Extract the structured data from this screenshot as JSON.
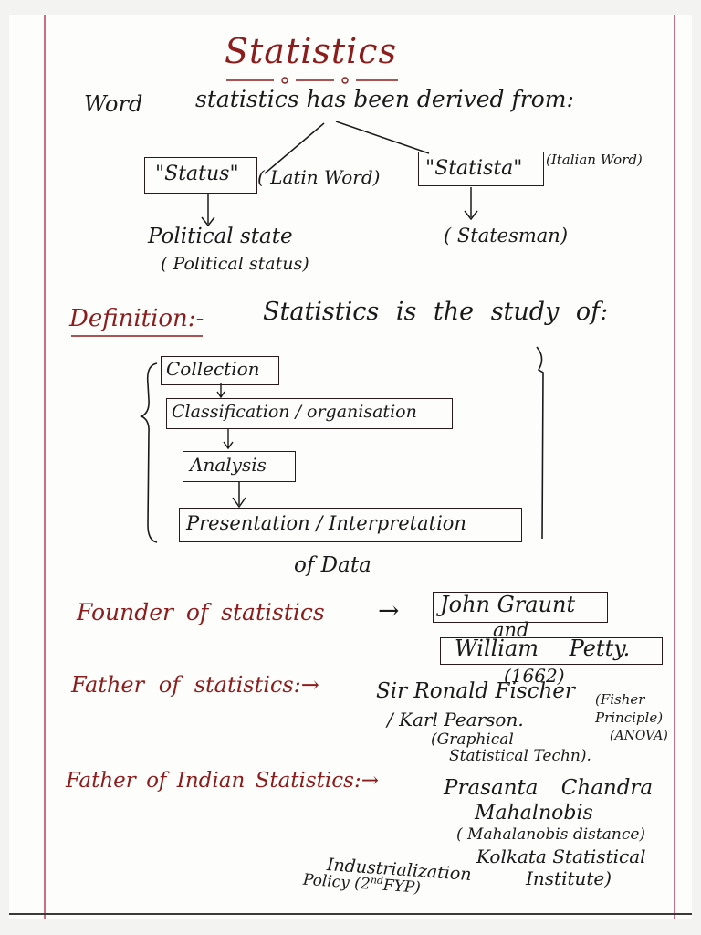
{
  "title": "Statistics",
  "intro": {
    "lead": "Word",
    "text": "statistics has been derived from:"
  },
  "origins": {
    "status": {
      "word": "\"Status\"",
      "note": "( Latin Word)"
    },
    "statista": {
      "word": "\"Statista\"",
      "note": "(Italian Word)"
    },
    "status_meaning": "Political state",
    "status_meaning_sub": "( Political status)",
    "statista_meaning": "( Statesman)"
  },
  "definition": {
    "label": "Definition:-",
    "text": "Statistics is the study of:",
    "steps": [
      "Collection",
      "Classification / organisation",
      "Analysis",
      "Presentation / Interpretation"
    ],
    "tail": "of Data"
  },
  "founder": {
    "label": "Founder of statistics",
    "arrow": "→",
    "name1": "John Graunt",
    "joiner": "and",
    "name2": "William Petty.",
    "year": "(1662)"
  },
  "father": {
    "label": "Father of statistics:→",
    "name1": "Sir Ronald Fischer",
    "name1_note": "(Fisher Principle)",
    "anova": "(ANOVA)",
    "name2": "/ Karl Pearson.",
    "name2_note_1": "(Graphical",
    "name2_note_2": "Statistical Techn)."
  },
  "indian_father": {
    "label": "Father of Indian Statistics:→",
    "name_1": "Prasanta Chandra",
    "name_2": "Mahalnobis",
    "note": "( Mahalanobis distance)",
    "institute_1": "Kolkata Statistical",
    "institute_2": "Institute)",
    "policy_1": "Industrialization",
    "policy_2": "Policy (2",
    "policy_sup": "nd",
    "policy_3": "FYP)"
  }
}
